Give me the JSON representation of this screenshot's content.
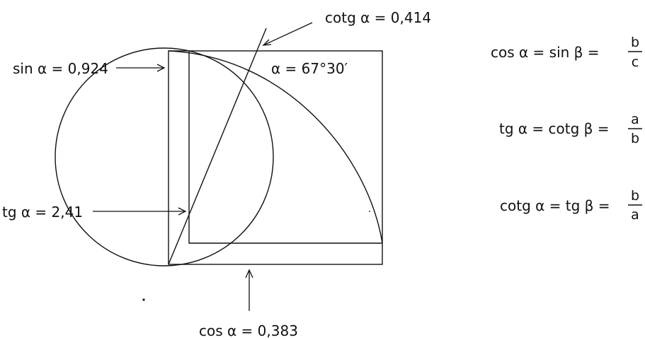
{
  "figure": {
    "labels": {
      "cotg": "cotg α = 0,414",
      "sin": "sin α = 0,924",
      "alpha": "α = 67°30′",
      "tg": "tg α = 2,41",
      "cos": "cos α = 0,383"
    },
    "formulas": [
      {
        "lhs": "cos α  =  sin β  =",
        "num": "b",
        "den": "c"
      },
      {
        "lhs": "tg α  =  cotg β  =",
        "num": "a",
        "den": "b"
      },
      {
        "lhs": "cotg α  =  tg β  =",
        "num": "b",
        "den": "a"
      }
    ]
  }
}
